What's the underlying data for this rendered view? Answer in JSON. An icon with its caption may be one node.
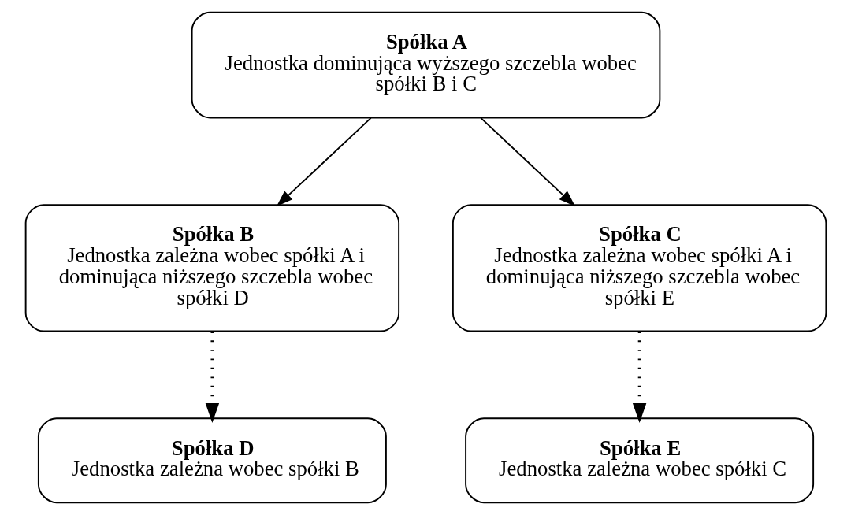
{
  "diagram": {
    "nodes": [
      {
        "text": [
          "Spółka A",
          "Jednostka dominująca wyższego szczebla wobec spółki B i C"
        ]
      },
      {
        "text": [
          "Spółka B",
          "Jednostka zależna wobec spółki A i dominująca niższego szczebla wobec spółki D"
        ]
      },
      {
        "text": [
          "Spółka C",
          "Jednostka zależna wobec spółki A i dominująca niższego szczebla wobec spółki E"
        ]
      },
      {
        "text": [
          "Spółka D",
          "Jednostka zależna wobec spółki B"
        ]
      },
      {
        "text": [
          "Spółka E",
          "Jednostka zależna wobec spółki C"
        ]
      }
    ],
    "edges": [
      {
        "from": 0,
        "to": 1,
        "arrow": "to"
      },
      {
        "from": 0,
        "to": 2,
        "arrow": "to"
      },
      {
        "from": 1,
        "to": 3,
        "arrow": "to",
        "style": "dashed"
      },
      {
        "from": 2,
        "to": 4,
        "arrow": "to",
        "style": "dashed"
      }
    ]
  }
}
